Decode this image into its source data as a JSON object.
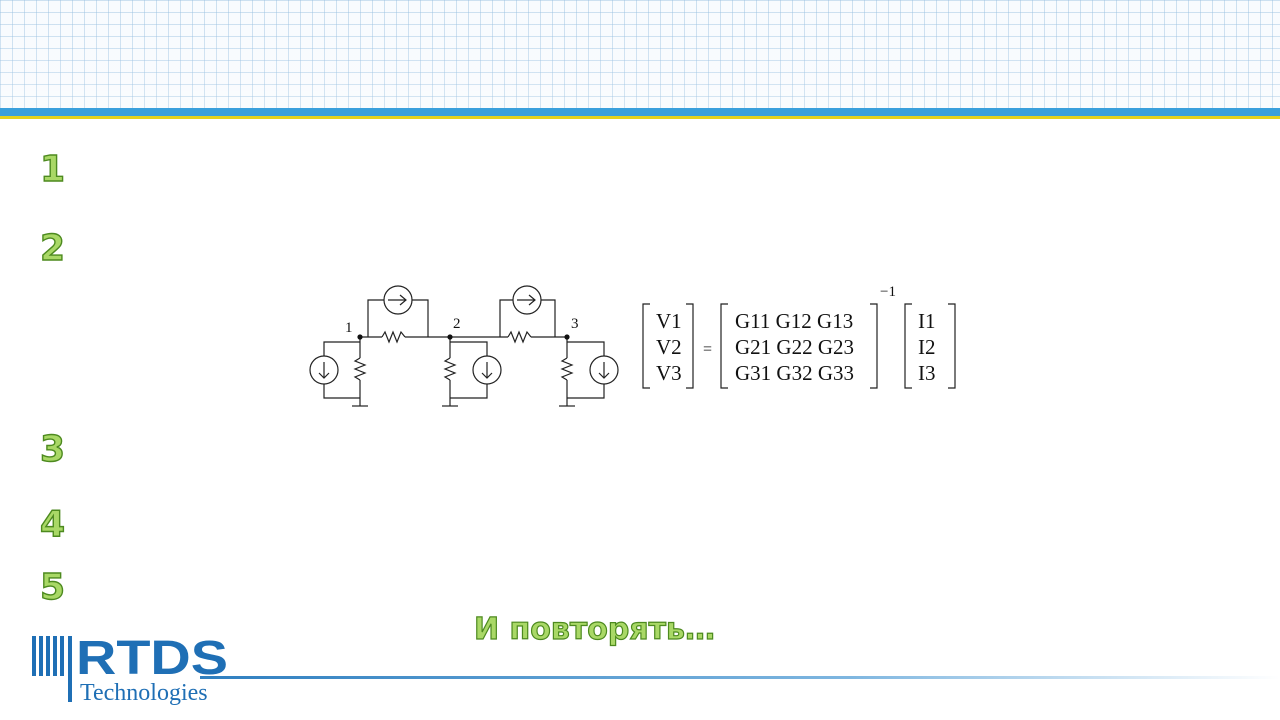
{
  "steps": [
    "1",
    "2",
    "3",
    "4",
    "5"
  ],
  "repeat_text": "И повторять…",
  "circuit": {
    "nodes": [
      "1",
      "2",
      "3"
    ]
  },
  "equation": {
    "lhs": [
      "V1",
      "V2",
      "V3"
    ],
    "equals": "=",
    "matrix_rows": [
      "G11 G12 G13",
      "G21 G22 G23",
      "G31 G32 G33"
    ],
    "exponent": "−1",
    "rhs": [
      "I1",
      "I2",
      "I3"
    ]
  },
  "logo": {
    "brand": "RTDS",
    "sub": "Technologies"
  },
  "colors": {
    "accent_blue": "#3aa0dc",
    "accent_yellow": "#e3d21f",
    "step_green": "#a9d866",
    "logo_blue": "#1f6fb5"
  }
}
